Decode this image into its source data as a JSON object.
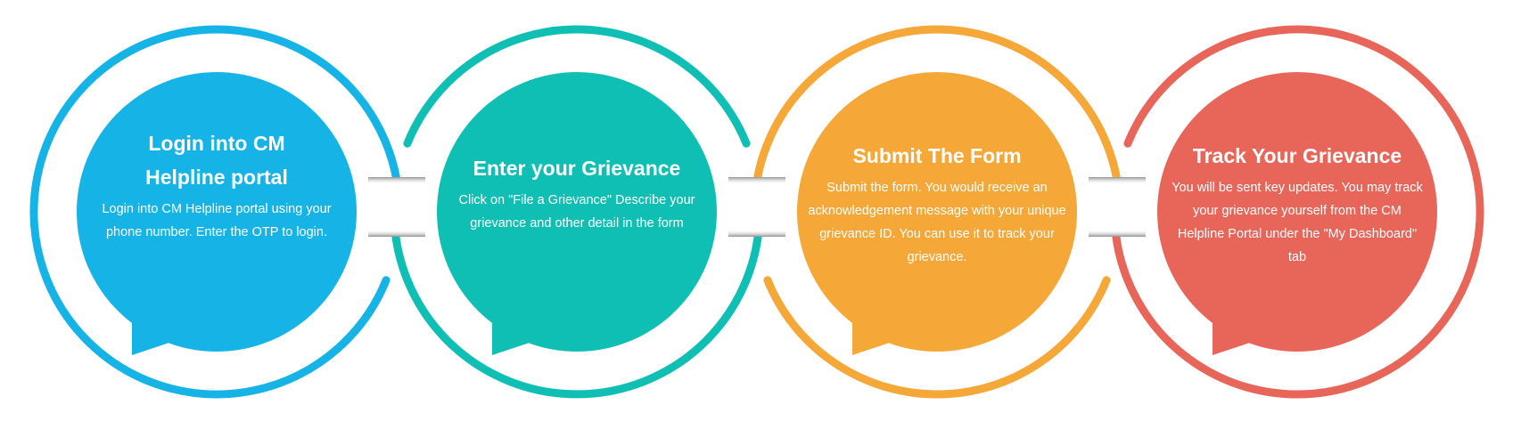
{
  "colors": {
    "blue": "#16b3e7",
    "teal": "#10bfb3",
    "orange": "#f5a738",
    "red": "#e8655a"
  },
  "steps": [
    {
      "title": "Login into CM Helpline portal",
      "body": "Login into CM Helpline portal using your phone number. Enter the OTP to login."
    },
    {
      "title": "Enter your Grievance",
      "body": "Click on \"File a Grievance\" Describe your grievance and other detail in the form"
    },
    {
      "title": "Submit The Form",
      "body": "Submit the form. You would receive an acknowledgement message with your unique grievance ID. You can use it to track your grievance."
    },
    {
      "title": "Track Your Grievance",
      "body": "You will be sent key updates. You may track your grievance yourself from the CM Helpline Portal under the \"My Dashboard\" tab"
    }
  ]
}
